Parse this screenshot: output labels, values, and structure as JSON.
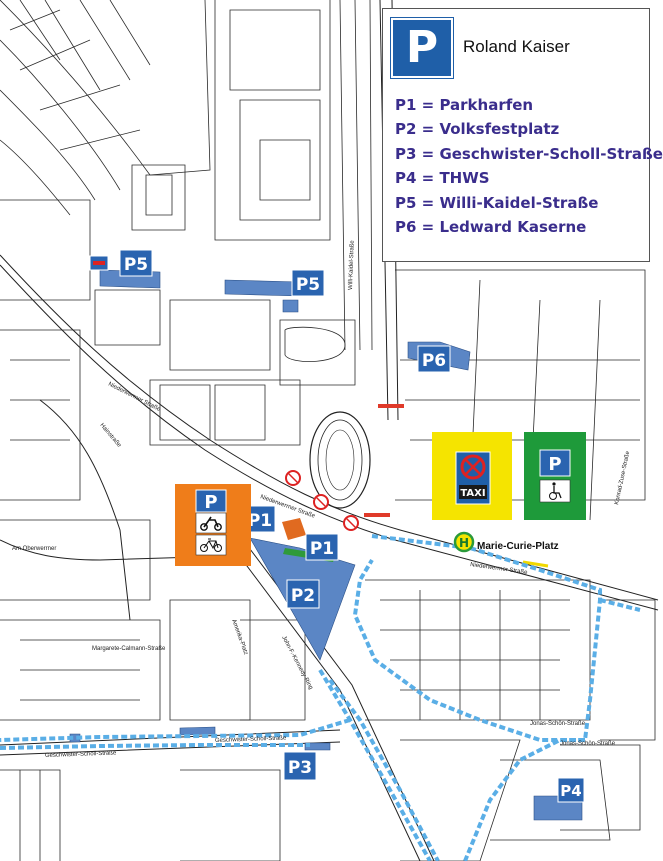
{
  "legend": {
    "sign": "P",
    "title": "Roland Kaiser",
    "items": [
      "P1 = Parkharfen",
      "P2 = Volksfestplatz",
      "P3 = Geschwister-Scholl-Straße",
      "P4 = THWS",
      "P5 = Willi-Kaidel-Straße",
      "P6 = Ledward Kaserne"
    ]
  },
  "parking_markers": {
    "p5_west": "P5",
    "p5_east": "P5",
    "p6": "P6",
    "p1_north": "P1",
    "p1_south": "P1",
    "p2": "P2",
    "p3": "P3",
    "p4": "P4"
  },
  "special_signs": {
    "taxi": {
      "label": "TAXI",
      "background": "#f5e400"
    },
    "accessible": {
      "sign": "P",
      "background": "#1e9a3a"
    },
    "motorbike_bicycle": {
      "sign": "P",
      "background": "#ef7d1a"
    }
  },
  "bus_stop": {
    "symbol": "H",
    "name": "Marie-Curie-Platz"
  },
  "streets": [
    "Niederwerrner Straße",
    "Niederwerrner Straße",
    "Niederwerrner Straße",
    "Geschwister-Scholl-Straße",
    "Geschwister-Scholl-Straße",
    "Amerika-Platz",
    "Margarete-Calmann-Straße",
    "John-F.-Kennedy-Ring",
    "Jonas-Schön-Straße",
    "Konrad-Zuse-Straße",
    "Am Oberwerrner",
    "Willi-Kaidel-Straße",
    "Jonas-Schön-Straße",
    "Hainstraße"
  ],
  "colors": {
    "parking_area": "#5b86c5",
    "parking_marker": "#2a64b0",
    "route": "#5aaee6",
    "legend_text": "#3a2d8c",
    "construction": "#e06a20",
    "green_strip": "#2f9a3a"
  }
}
